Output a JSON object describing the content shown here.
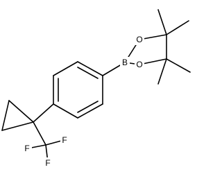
{
  "structure": {
    "atoms": {
      "boron": "B",
      "oxygen_upper": "O",
      "oxygen_lower": "O",
      "fluorine_left": "F",
      "fluorine_right": "F",
      "fluorine_bottom": "F"
    }
  }
}
